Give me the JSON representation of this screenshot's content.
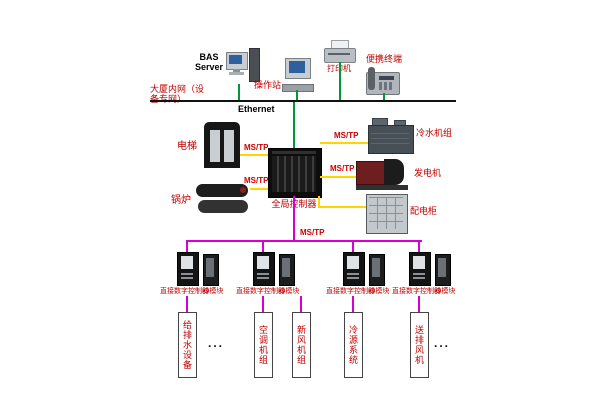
{
  "top": {
    "bas_server": "BAS Server",
    "operator_station": "操作站",
    "printer": "打印机",
    "portable_terminal": "便携终端"
  },
  "network": {
    "ethernet": "Ethernet",
    "intranet": "大厦内网（设备专网）"
  },
  "labels": {
    "mstp": "MS/TP",
    "elevator": "电梯",
    "boiler": "锅炉",
    "global_controller": "全局控制器",
    "chiller": "冷水机组",
    "generator": "发电机",
    "power_cabinet": "配电柜",
    "ddc": "直接数字控制器",
    "io": "IO模块"
  },
  "bottom": {
    "boxes": [
      "给排水设备",
      "空调机组",
      "新风机组",
      "冷源系统",
      "送排风机"
    ],
    "dots": "..."
  },
  "colors": {
    "ethernet_connector": "#009933",
    "mstp_connector": "#ffd400",
    "bus_connector": "#d400d4",
    "label_red": "#c00000"
  }
}
